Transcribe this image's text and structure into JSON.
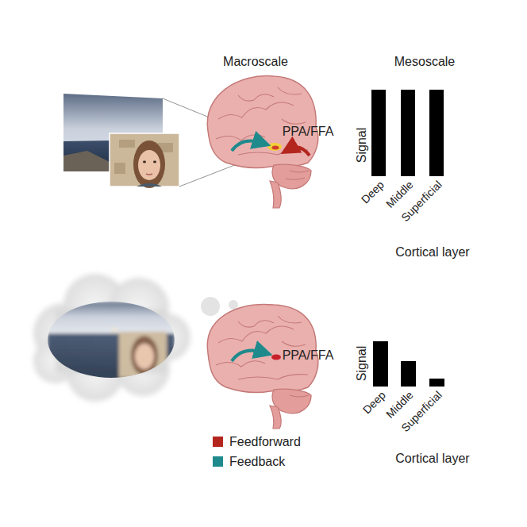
{
  "diagram": {
    "labels": [
      "Macroscale",
      "Mesoscale",
      "PPA/FFA",
      "Signal",
      "Deep",
      "Middle",
      "Superficial",
      "Cortical layer",
      "PPA/FFA",
      "Signal",
      "Deep",
      "Middle",
      "Superficial",
      "Cortical layer"
    ],
    "legend": [
      {
        "text": "Feedforward",
        "color": "#b3261e"
      },
      {
        "text": "Feedback",
        "color": "#1f8a8c"
      }
    ]
  }
}
